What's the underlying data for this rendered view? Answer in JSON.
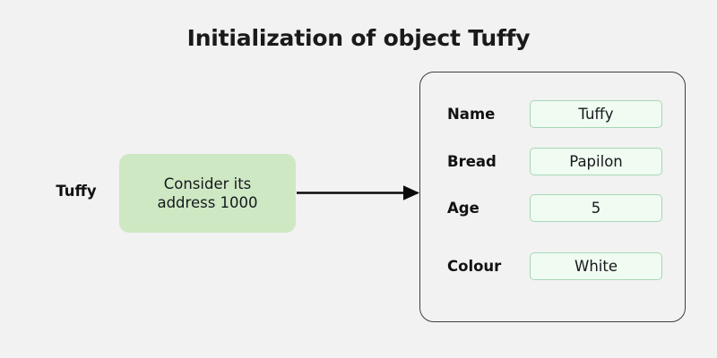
{
  "title": "Initialization of object Tuffy",
  "reference": {
    "label": "Tuffy"
  },
  "address_note": {
    "text": "Consider its\naddress 1000"
  },
  "arrow": {
    "name": "reference-arrow",
    "direction": "right"
  },
  "object_panel": {
    "fields": [
      {
        "label": "Name",
        "value": "Tuffy"
      },
      {
        "label": "Bread",
        "value": "Papilon"
      },
      {
        "label": "Age",
        "value": "5"
      },
      {
        "label": "Colour",
        "value": "White"
      }
    ]
  },
  "colors": {
    "background": "#f2f2f2",
    "note_fill": "#cfe8c4",
    "value_fill": "#f0fbf1",
    "value_border": "#a6d7b6",
    "panel_border": "#3f3f3f",
    "text": "#111111"
  }
}
